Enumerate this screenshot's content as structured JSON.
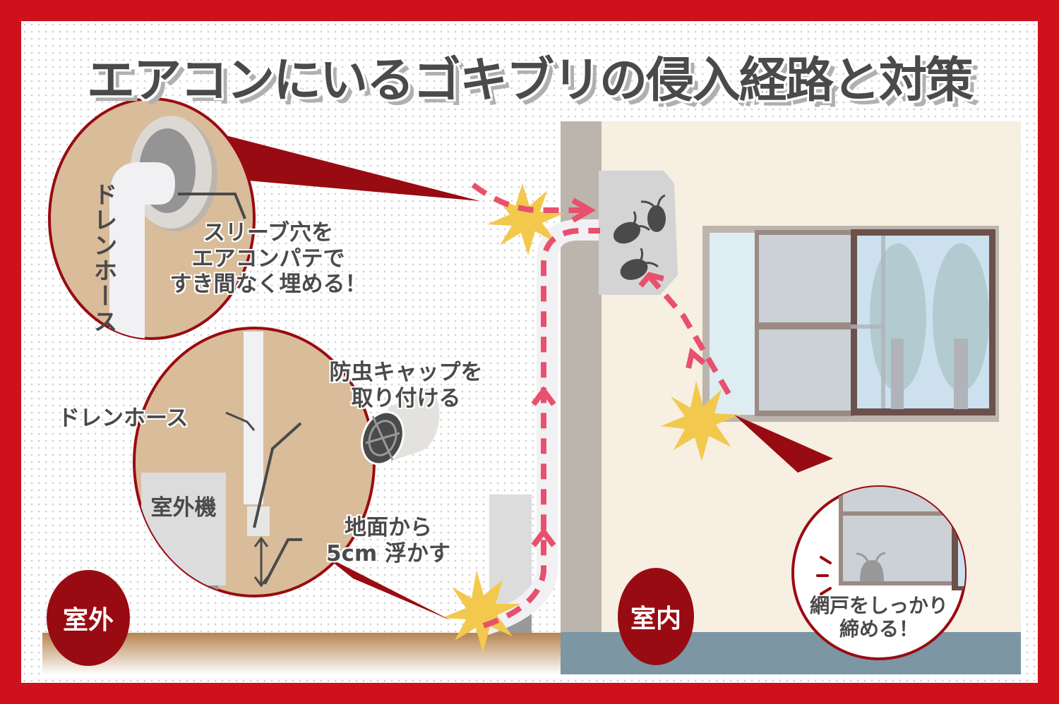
{
  "title": "エアコンにいるゴキブリの侵入経路と対策",
  "colors": {
    "frame": "#cf111c",
    "badge": "#990b12",
    "text": "#4a4a4a",
    "arrow": "#e8506e",
    "burst": "#f2c94c",
    "wall_inner": "#f6efe2",
    "wall_pillar": "#bcb5ae",
    "floor": "#7c96a3",
    "ground": "#b58550",
    "zoom_circle_bg": "#d9bc9a"
  },
  "zoom_sleeve": {
    "hose_label": "ドレンホース",
    "tip": [
      "スリーブ穴を",
      "エアコンパテで",
      "すき間なく埋める！"
    ]
  },
  "zoom_outdoor": {
    "hose_label": "ドレンホース",
    "cap_tip": [
      "防虫キャップを",
      "取り付ける"
    ],
    "unit_label": "室外機",
    "gap_tip": [
      "地面から",
      "5cm 浮かす"
    ]
  },
  "zoom_window": {
    "tip": [
      "網戸をしっかり",
      "締める！"
    ]
  },
  "areas": {
    "outdoor": "室外",
    "indoor": "室内"
  },
  "icons": [
    "burst-icon",
    "cockroach-icon",
    "insect-cap-icon",
    "dashed-arrow-icon",
    "double-arrow-icon"
  ]
}
